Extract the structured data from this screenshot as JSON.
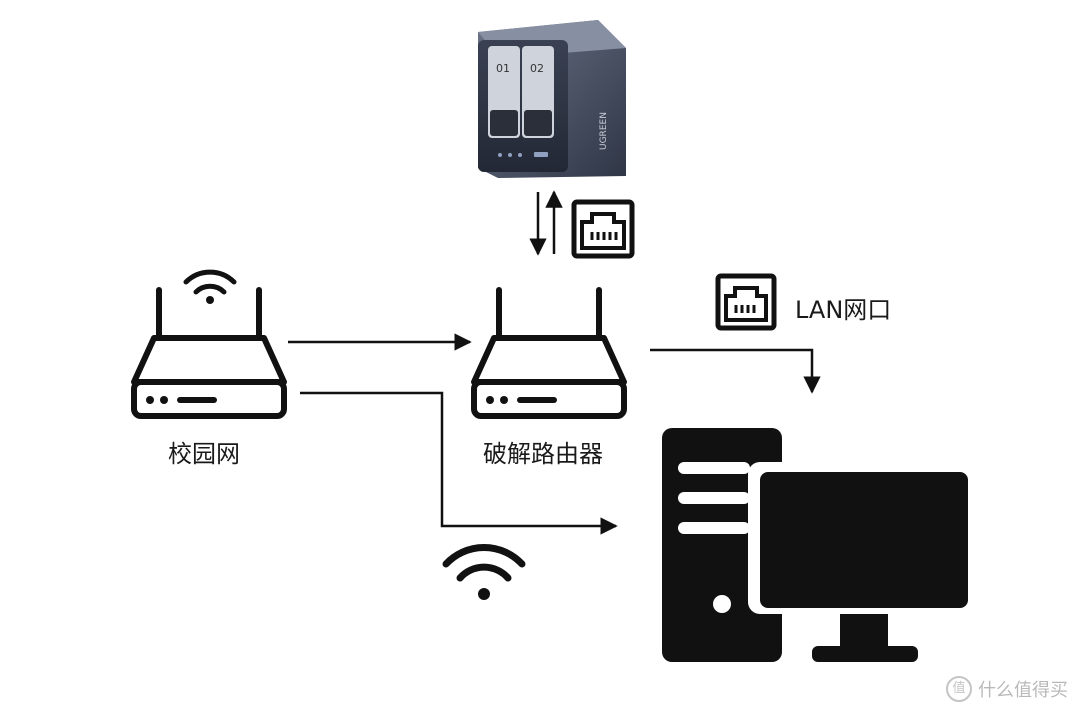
{
  "nodes": {
    "campus_network": {
      "label": "校园网"
    },
    "cracked_router": {
      "label": "破解路由器"
    },
    "lan_port": {
      "label": "LAN网口"
    }
  },
  "nas": {
    "bay_1": "01",
    "bay_2": "02",
    "brand": "UGREEN"
  },
  "watermark": {
    "text": "什么值得买",
    "badge": "值"
  },
  "icons": [
    "wifi-icon",
    "router-icon",
    "nas-icon",
    "ethernet-port-icon",
    "desktop-pc-icon"
  ],
  "colors": {
    "stroke": "#111111",
    "nas_body": "#5a6478",
    "watermark": "#b9b9b9"
  }
}
